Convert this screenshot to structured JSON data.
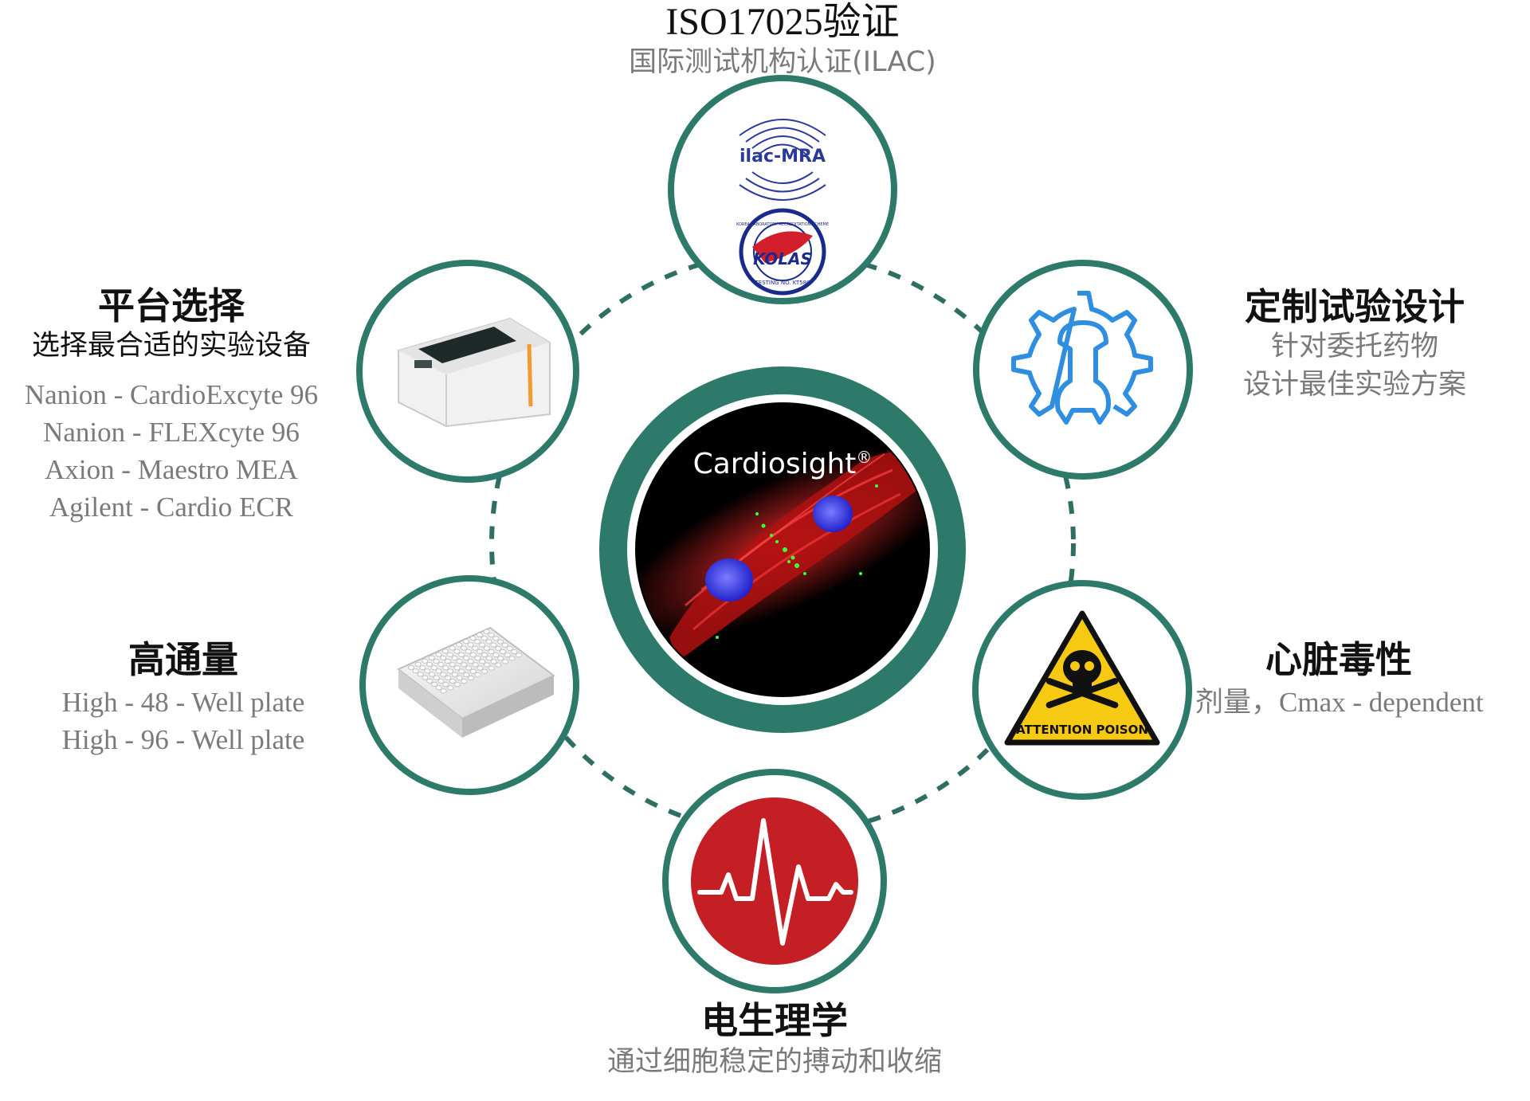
{
  "center": {
    "brand": "Cardiosight",
    "reg_mark": "®"
  },
  "nodes": {
    "iso": {
      "title": "ISO17025验证",
      "subtitle": "国际测试机构认证(ILAC)",
      "logo_ilac_text": "ilac-MRA",
      "logo_kolas_text": "KOLAS",
      "logo_kolas_ring": "KOREA LABORATORY ACCREDITATION SCHEME",
      "logo_kolas_no": "TESTING NO. KT580"
    },
    "platform": {
      "title": "平台选择",
      "subtitle": "选择最合适的实验设备",
      "items": [
        "Nanion - CardioExcyte 96",
        "Nanion - FLEXcyte 96",
        "Axion - Maestro MEA",
        "Agilent - Cardio ECR"
      ]
    },
    "custom": {
      "title": "定制试验设计",
      "lines": [
        "针对委托药物",
        "设计最佳实验方案"
      ]
    },
    "throughput": {
      "title": "高通量",
      "items": [
        "High - 48 - Well plate",
        "High - 96 - Well plate"
      ]
    },
    "toxicity": {
      "title": "心脏毒性",
      "subtitle": "剂量，Cmax - dependent",
      "sign_text": "ATTENTION POISON"
    },
    "ephys": {
      "title": "电生理学",
      "subtitle": "通过细胞稳定的搏动和收缩"
    }
  },
  "colors": {
    "ring": "#2d7a6a",
    "dash": "#2f6f63",
    "gear_blue": "#2f8ee0",
    "poison_yellow": "#f6c913",
    "ecg_red": "#c41f24",
    "text_grey": "#7a7a7a",
    "text_dark": "#111111"
  }
}
